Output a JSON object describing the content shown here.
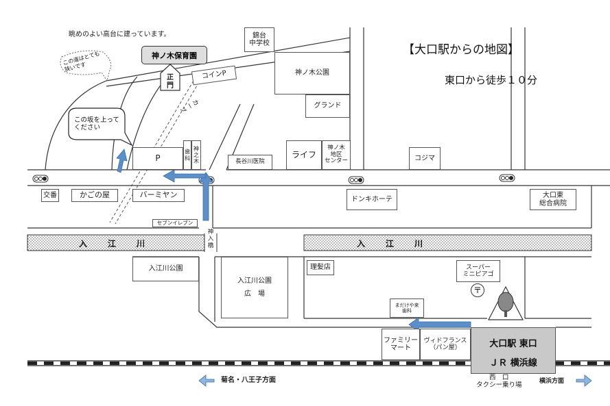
{
  "header": {
    "title": "【大口駅からの地図】",
    "subtitle": "東口から徒歩１０分"
  },
  "notes": {
    "hilltop": "眺めのよい高台に建っています。",
    "narrow_road": "この道はとても狭いです",
    "slope": "この坂を上ってください"
  },
  "nursery": {
    "name": "神ノ木保育園",
    "main_gate": "正門"
  },
  "labels": {
    "school": "錦台\n中学校",
    "coin_parking": "コインP",
    "park_kaminoki": "神ノ木公園",
    "ground": "グランド",
    "curve": "カーブ",
    "life": "ライフ",
    "community": "神ノ木\n地区\nセンター",
    "kojima": "コジマ",
    "parking": "P",
    "dental_kaminoki": "歯\n科",
    "dental_kaminoki2": "神\n之\n木",
    "hasegawa": "長谷川医院",
    "police": "交番",
    "kagonoya": "かごの屋",
    "bamiyan": "バーミヤン",
    "seven": "セブンイレブン",
    "donki": "ドンキホーテ",
    "hospital": "大口東\n総合病院",
    "bridge": "神\n入\n橋",
    "park_irie": "入江川公園",
    "plaza": "入江川公園\n広　場",
    "barber": "理髪店",
    "super": "スーパー\nミニピアゴ",
    "post": "〒",
    "dental_station": "まだけや来\n歯科",
    "family_mart": "ファミリー\nマート",
    "vie": "ヴィドフランス\n（パン屋）",
    "taxi": "西　口\nタクシー乗り場",
    "to_kikuna": "菊名・八王子方面",
    "to_yokohama": "横浜方面"
  },
  "river": {
    "left": "入江川",
    "right": "入江川"
  },
  "station": {
    "line1": "大口駅 東口",
    "line2": "ＪＲ 横浜線"
  },
  "colors": {
    "route_arrow": "#5b8fc9",
    "station_bg": "#c9c9c9",
    "nursery_bg": "#dedede"
  }
}
